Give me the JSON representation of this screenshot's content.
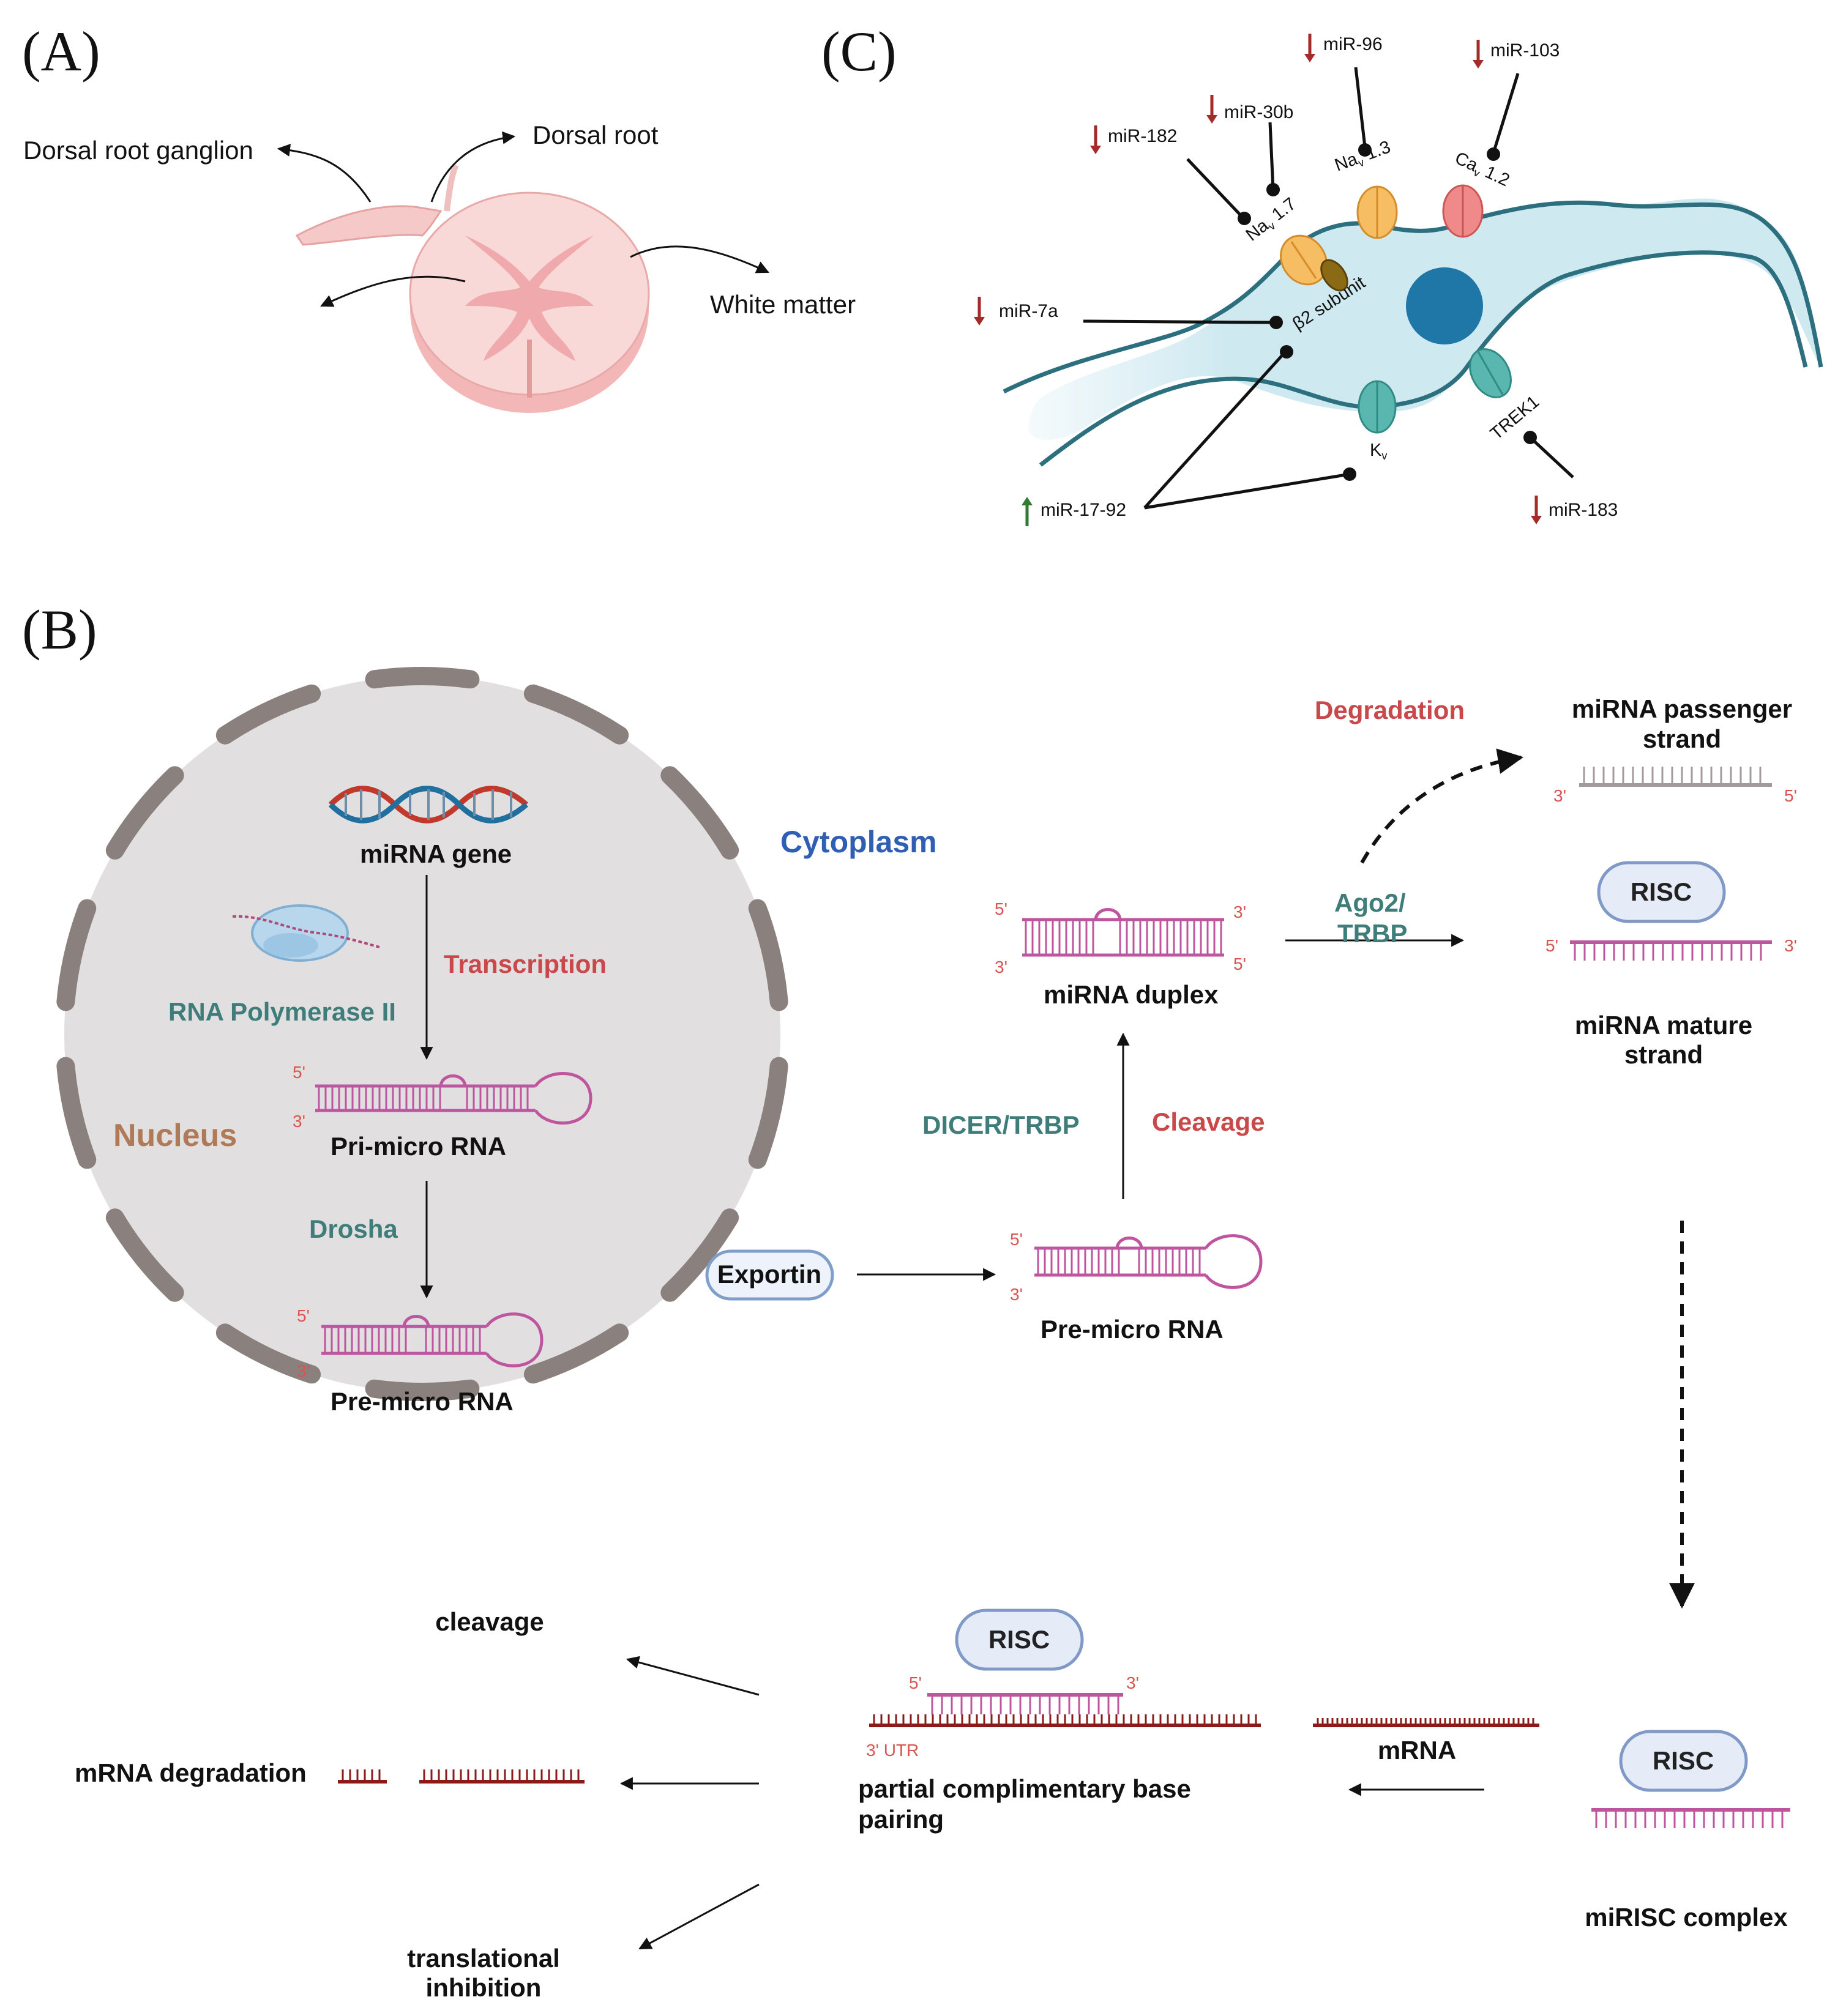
{
  "panels": {
    "a": "(A)",
    "b": "(B)",
    "c": "(C)"
  },
  "panel_a": {
    "dorsal_root_ganglion": "Dorsal root ganglion",
    "dorsal_root": "Dorsal root",
    "white_matter": "White matter"
  },
  "panel_c": {
    "mirs": {
      "mir_96": "miR-96",
      "mir_103": "miR-103",
      "mir_30b": "miR-30b",
      "mir_182": "miR-182",
      "mir_7a": "miR-7a",
      "mir_17_92": "miR-17-92",
      "mir_183": "miR-183"
    },
    "channels": {
      "nav13_main": "Na",
      "nav13_sub": "v",
      "nav13_ver": " 1.3",
      "cav12_main": "Ca",
      "cav12_sub": "v",
      "cav12_ver": " 1.2",
      "nav17_main": "Na",
      "nav17_sub": "v",
      "nav17_ver": " 1.7",
      "beta2": "β2 subunit",
      "kv_main": "K",
      "kv_sub": "v",
      "trek1": "TREK1"
    },
    "colors": {
      "down": "#a52a2a",
      "up": "#2e7d32",
      "cell": "#cfe9f1",
      "nucleus": "#1f77a8"
    }
  },
  "panel_b": {
    "nucleus": "Nucleus",
    "cytoplasm": "Cytoplasm",
    "mirna_gene": "miRNA gene",
    "rna_pol": "RNA Polymerase II",
    "transcription": "Transcription",
    "pri_micro": "Pri-micro RNA",
    "drosha": "Drosha",
    "pre_micro_nuc": "Pre-micro RNA",
    "exportin": "Exportin",
    "pre_micro_cyto": "Pre-micro RNA",
    "dicer": "DICER/TRBP",
    "cleavage_step": "Cleavage",
    "duplex": "miRNA duplex",
    "ago2_l1": "Ago2/",
    "ago2_l2": "TRBP",
    "degradation": "Degradation",
    "passenger_l1": "miRNA passenger",
    "passenger_l2": "strand",
    "risc": "RISC",
    "mature_l1": "miRNA mature",
    "mature_l2": "strand",
    "mirisc": "miRISC complex",
    "mrna": "mRNA",
    "utr": "3' UTR",
    "partial_l1": "partial complimentary base",
    "partial_l2": "pairing",
    "out_cleavage": "cleavage",
    "out_degradation": "mRNA degradation",
    "out_inhib_l1": "translational",
    "out_inhib_l2": "inhibition",
    "five_prime": "5'",
    "three_prime": "3'"
  }
}
